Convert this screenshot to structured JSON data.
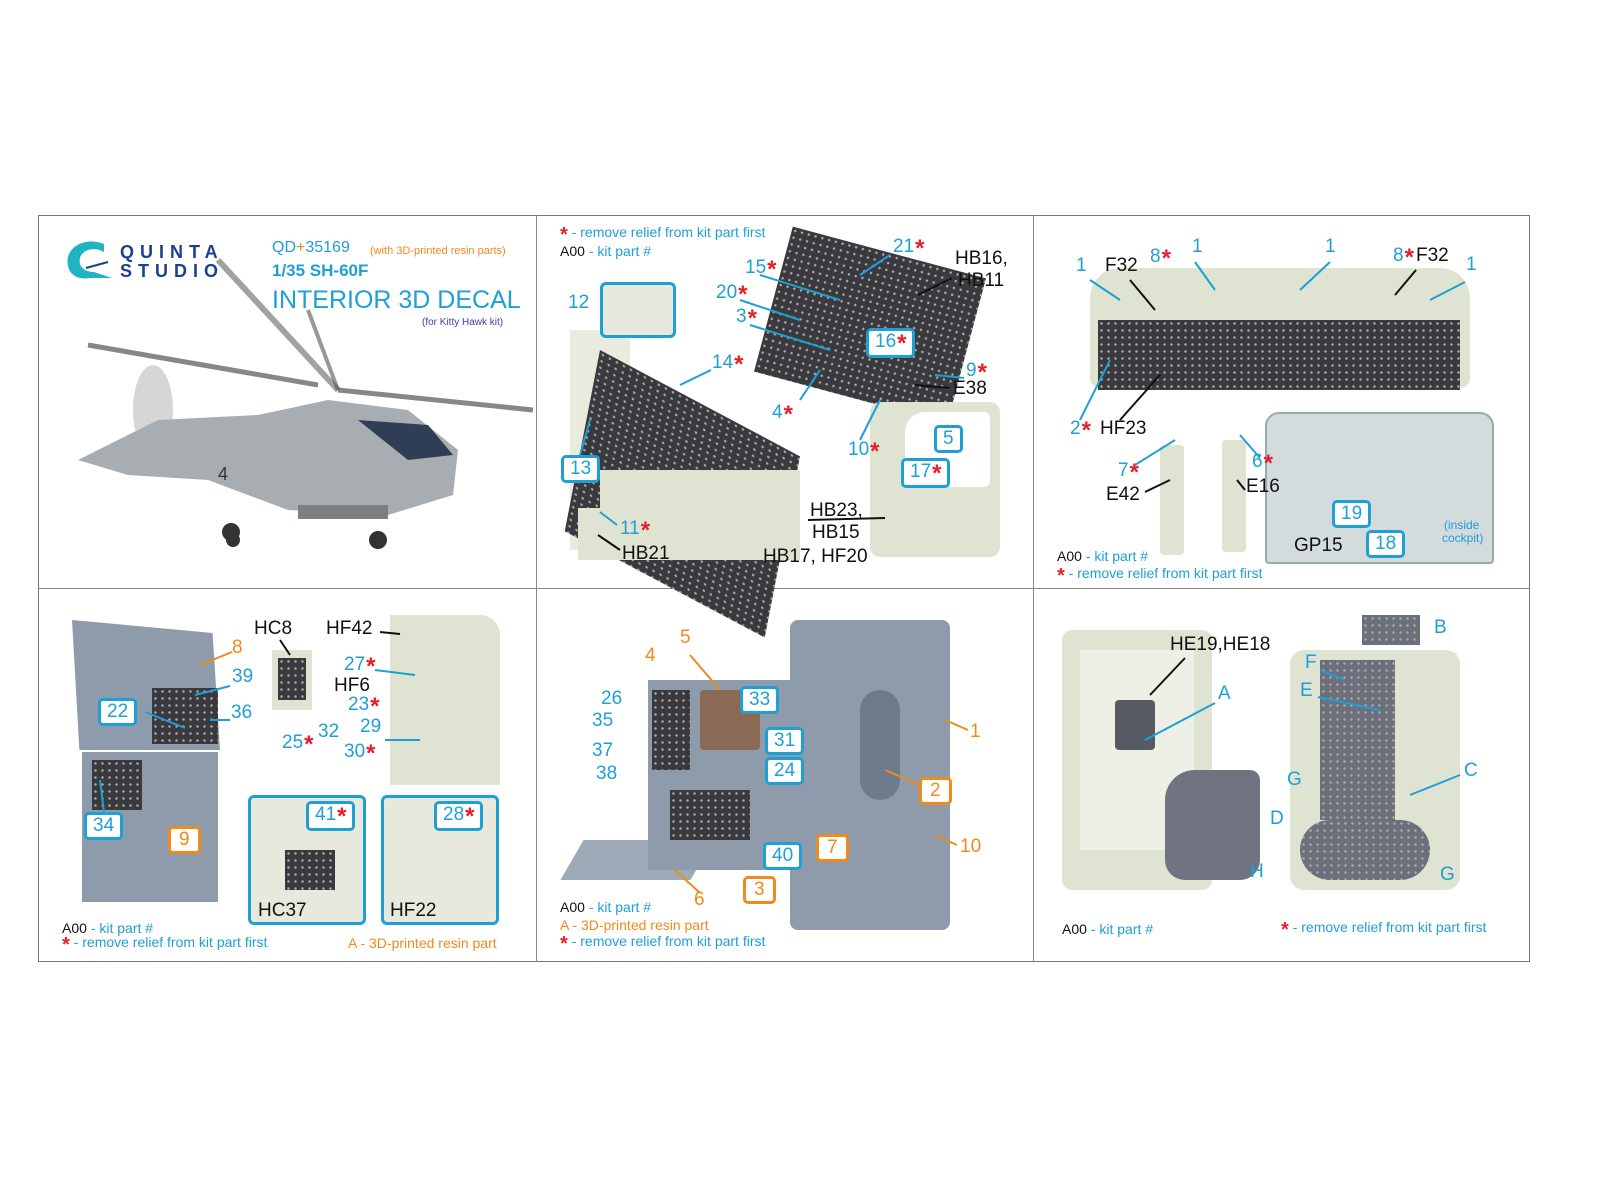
{
  "brand": {
    "name_line1": "QUINTA",
    "name_line2": "STUDIO"
  },
  "header": {
    "code_prefix": "QD",
    "code_plus": "+",
    "code_number": "35169",
    "resin_note": "(with 3D-printed resin parts)",
    "scale_model": "1/35 SH-60F",
    "product": "INTERIOR 3D DECAL",
    "kit_note": "(for Kitty Hawk kit)"
  },
  "legend": {
    "kit_part_code": "A00",
    "kit_part_text": "- kit part #",
    "star": "*",
    "remove_relief": "- remove relief from kit part first",
    "resin_code": "A",
    "resin_text": "- 3D-printed resin part"
  },
  "colors": {
    "blue": "#1e9fd6",
    "orange": "#f08a1c",
    "red": "#e4202a"
  },
  "panel2": {
    "labels": [
      "12",
      "14",
      "15",
      "20",
      "3",
      "21",
      "HB16,",
      "HB11",
      "16",
      "9",
      "E38",
      "4",
      "10",
      "5",
      "17",
      "HB23,",
      "HB15",
      "13",
      "11",
      "HB21",
      "HB17, HF20"
    ]
  },
  "panel3": {
    "labels": [
      "1",
      "F32",
      "8",
      "1",
      "1",
      "8",
      "F32",
      "1",
      "2",
      "HF23",
      "7",
      "E42",
      "6",
      "E16",
      "19",
      "18",
      "GP15",
      "(inside",
      "cockpit)"
    ]
  },
  "panel4": {
    "labels": [
      "8",
      "HC8",
      "HF42",
      "39",
      "22",
      "36",
      "27",
      "HF6",
      "23",
      "29",
      "25",
      "32",
      "30",
      "34",
      "9",
      "41",
      "28",
      "HC37",
      "HF22"
    ]
  },
  "panel5": {
    "labels": [
      "5",
      "4",
      "26",
      "33",
      "35",
      "31",
      "37",
      "24",
      "38",
      "1",
      "2",
      "7",
      "10",
      "40",
      "3",
      "6"
    ]
  },
  "panel6": {
    "labels": [
      "HE19,HE18",
      "B",
      "F",
      "E",
      "A",
      "C",
      "G",
      "D",
      "H",
      "G"
    ]
  }
}
